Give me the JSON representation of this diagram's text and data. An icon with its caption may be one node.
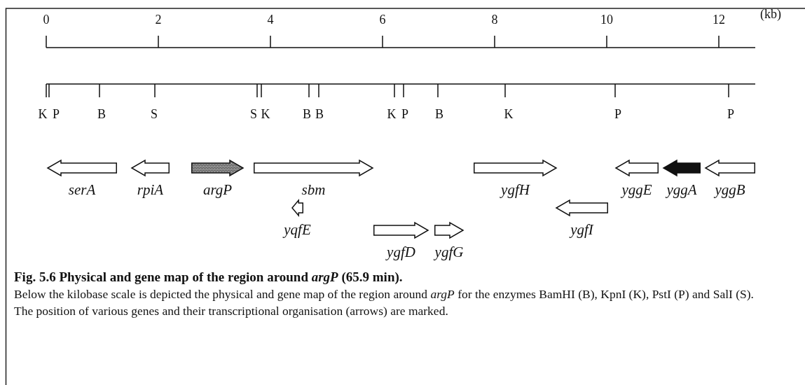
{
  "diagram": {
    "title": "Fig. 5.6 Physical and gene map of the region around *argP* (65.9 min).",
    "caption": "Below the kilobase scale is depicted the physical and gene map of the region around *argP* for the enzymes BamHI (B), KpnI (K), PstI (P) and SalI (S). The position of various genes and their transcriptional organisation (arrows) are marked.",
    "nodes": [
      {
        "text": [
          "serA"
        ]
      },
      {
        "text": [
          "rpiA"
        ]
      },
      {
        "text": [
          "argP"
        ]
      },
      {
        "text": [
          "sbm"
        ]
      },
      {
        "text": [
          "ygfH"
        ]
      },
      {
        "text": [
          "yggE"
        ]
      },
      {
        "text": [
          "yggA"
        ]
      },
      {
        "text": [
          "yggB"
        ]
      },
      {
        "text": [
          "yqfE"
        ]
      },
      {
        "text": [
          "ygfD"
        ]
      },
      {
        "text": [
          "ygfG"
        ]
      },
      {
        "text": [
          "ygfI"
        ]
      }
    ],
    "labels": [
      "0",
      "2",
      "4",
      "6",
      "8",
      "10",
      "12",
      "(kb)",
      "K",
      "P",
      "B",
      "S",
      "S",
      "K",
      "B",
      "B",
      "K",
      "P",
      "B",
      "K",
      "P",
      "P"
    ]
  }
}
